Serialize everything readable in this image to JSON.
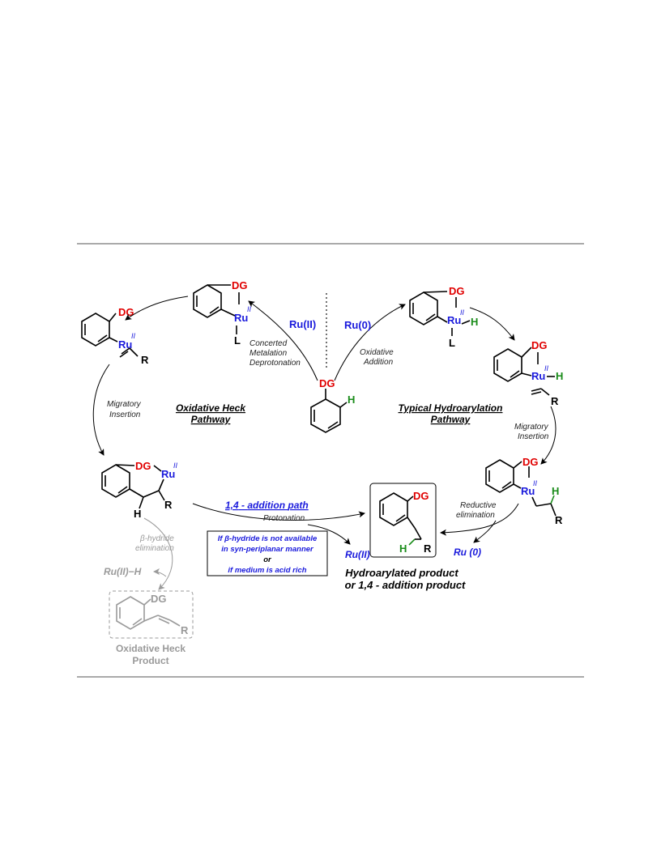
{
  "labels": {
    "dg": "DG",
    "h": "H",
    "l": "L",
    "r": "R",
    "ru": "Ru",
    "ru_ox": "II",
    "ru_ii": "Ru(II)",
    "ru_0": "Ru(0)",
    "ru_0_spaced": "Ru (0)",
    "ru_ii_h": "Ru(II)",
    "ru_ii_italic": "Ru(II)"
  },
  "steps": {
    "cmd_1": "Concerted",
    "cmd_2": "Metalation",
    "cmd_3": "Deprotonation",
    "oa_1": "Oxidative",
    "oa_2": "Addition",
    "mi_left_1": "Migratory",
    "mi_left_2": "Insertion",
    "mi_right_1": "Migratory",
    "mi_right_2": "Insertion",
    "re_1": "Reductive",
    "re_2": "elimination",
    "bh_1": "β-hydride",
    "bh_2": "elimination",
    "protonation": "Protonation"
  },
  "pathways": {
    "oxidative_heck": [
      "Oxidative",
      "Heck",
      "Pathway"
    ],
    "hydroarylation": [
      "Typical",
      "Hydroarylation",
      "Pathway"
    ],
    "addition_path": [
      "1,4",
      "-",
      "addition",
      "path"
    ]
  },
  "condition_box": {
    "line1": "If β-hydride is not available",
    "line2": "in syn-periplanar manner",
    "line3": "or",
    "line4": "if medium is acid rich"
  },
  "products": {
    "hydroarylated_1": "Hydroarylated product",
    "hydroarylated_2": "or 1,4 - addition product",
    "heck_1": "Oxidative Heck",
    "heck_2": "Product"
  },
  "colors": {
    "dg": "#e00000",
    "ru": "#1a1adc",
    "h": "#1a8c1a",
    "faded": "#9a9a9a"
  }
}
